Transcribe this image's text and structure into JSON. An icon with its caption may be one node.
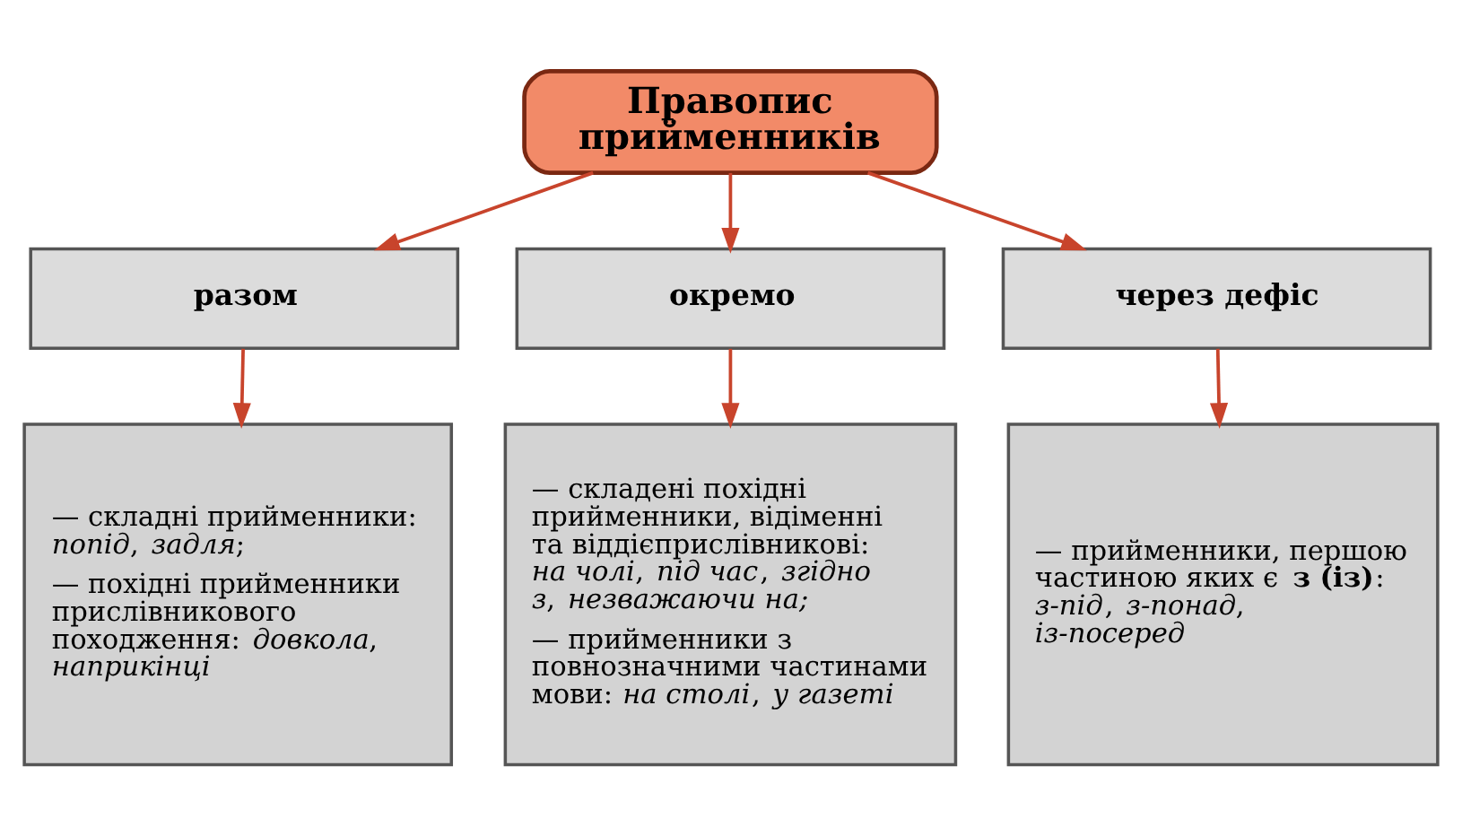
{
  "diagram": {
    "nodes": [
      {
        "text": [
          "Правопис прийменників"
        ]
      },
      {
        "text": [
          "разом"
        ]
      },
      {
        "text": [
          "окремо"
        ]
      },
      {
        "text": [
          "через дефіс"
        ]
      },
      {
        "text": [
          "— складні прийменники: *попід*, *задля*;",
          "— похідні прийменники прислівникового походження: *довкола*, *наприкінці*"
        ]
      },
      {
        "text": [
          "— складені похідні прийменники, відіменні та віддієприслівникові: *на чолі*, *під час*, *згідно з*, *незважаючи на;*",
          "— прийменники з повнозначними частинами мови: *на столі*, *у газеті*"
        ]
      },
      {
        "text": [
          "— прийменники, першою частиною яких є **з (із)**: *з-під*, *з-понад*, *із-посеред*"
        ]
      }
    ],
    "edges": [
      {
        "from": 0,
        "to": 1,
        "arrow": "to"
      },
      {
        "from": 0,
        "to": 2,
        "arrow": "to"
      },
      {
        "from": 0,
        "to": 3,
        "arrow": "to"
      },
      {
        "from": 1,
        "to": 4,
        "arrow": "to"
      },
      {
        "from": 2,
        "to": 5,
        "arrow": "to"
      },
      {
        "from": 3,
        "to": 6,
        "arrow": "to"
      }
    ]
  }
}
